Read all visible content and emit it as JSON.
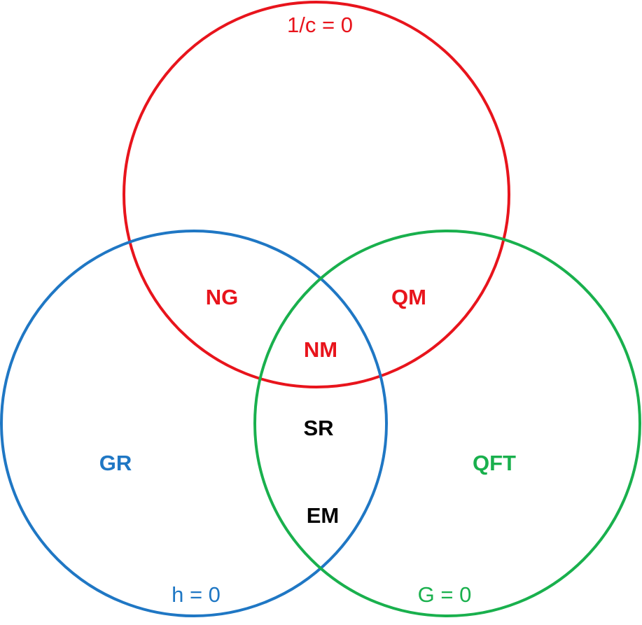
{
  "colors": {
    "red": "#e8141c",
    "blue": "#1f77c4",
    "green": "#19b04d",
    "black": "#000000"
  },
  "circles": {
    "top": {
      "condition": "1/c = 0",
      "color": "#e8141c"
    },
    "left": {
      "condition": "h = 0",
      "color": "#1f77c4"
    },
    "right": {
      "condition": "G = 0",
      "color": "#19b04d"
    }
  },
  "regions": {
    "ng": "NG",
    "qm": "QM",
    "nm": "NM",
    "gr": "GR",
    "qft": "QFT",
    "sr": "SR",
    "em": "EM"
  }
}
